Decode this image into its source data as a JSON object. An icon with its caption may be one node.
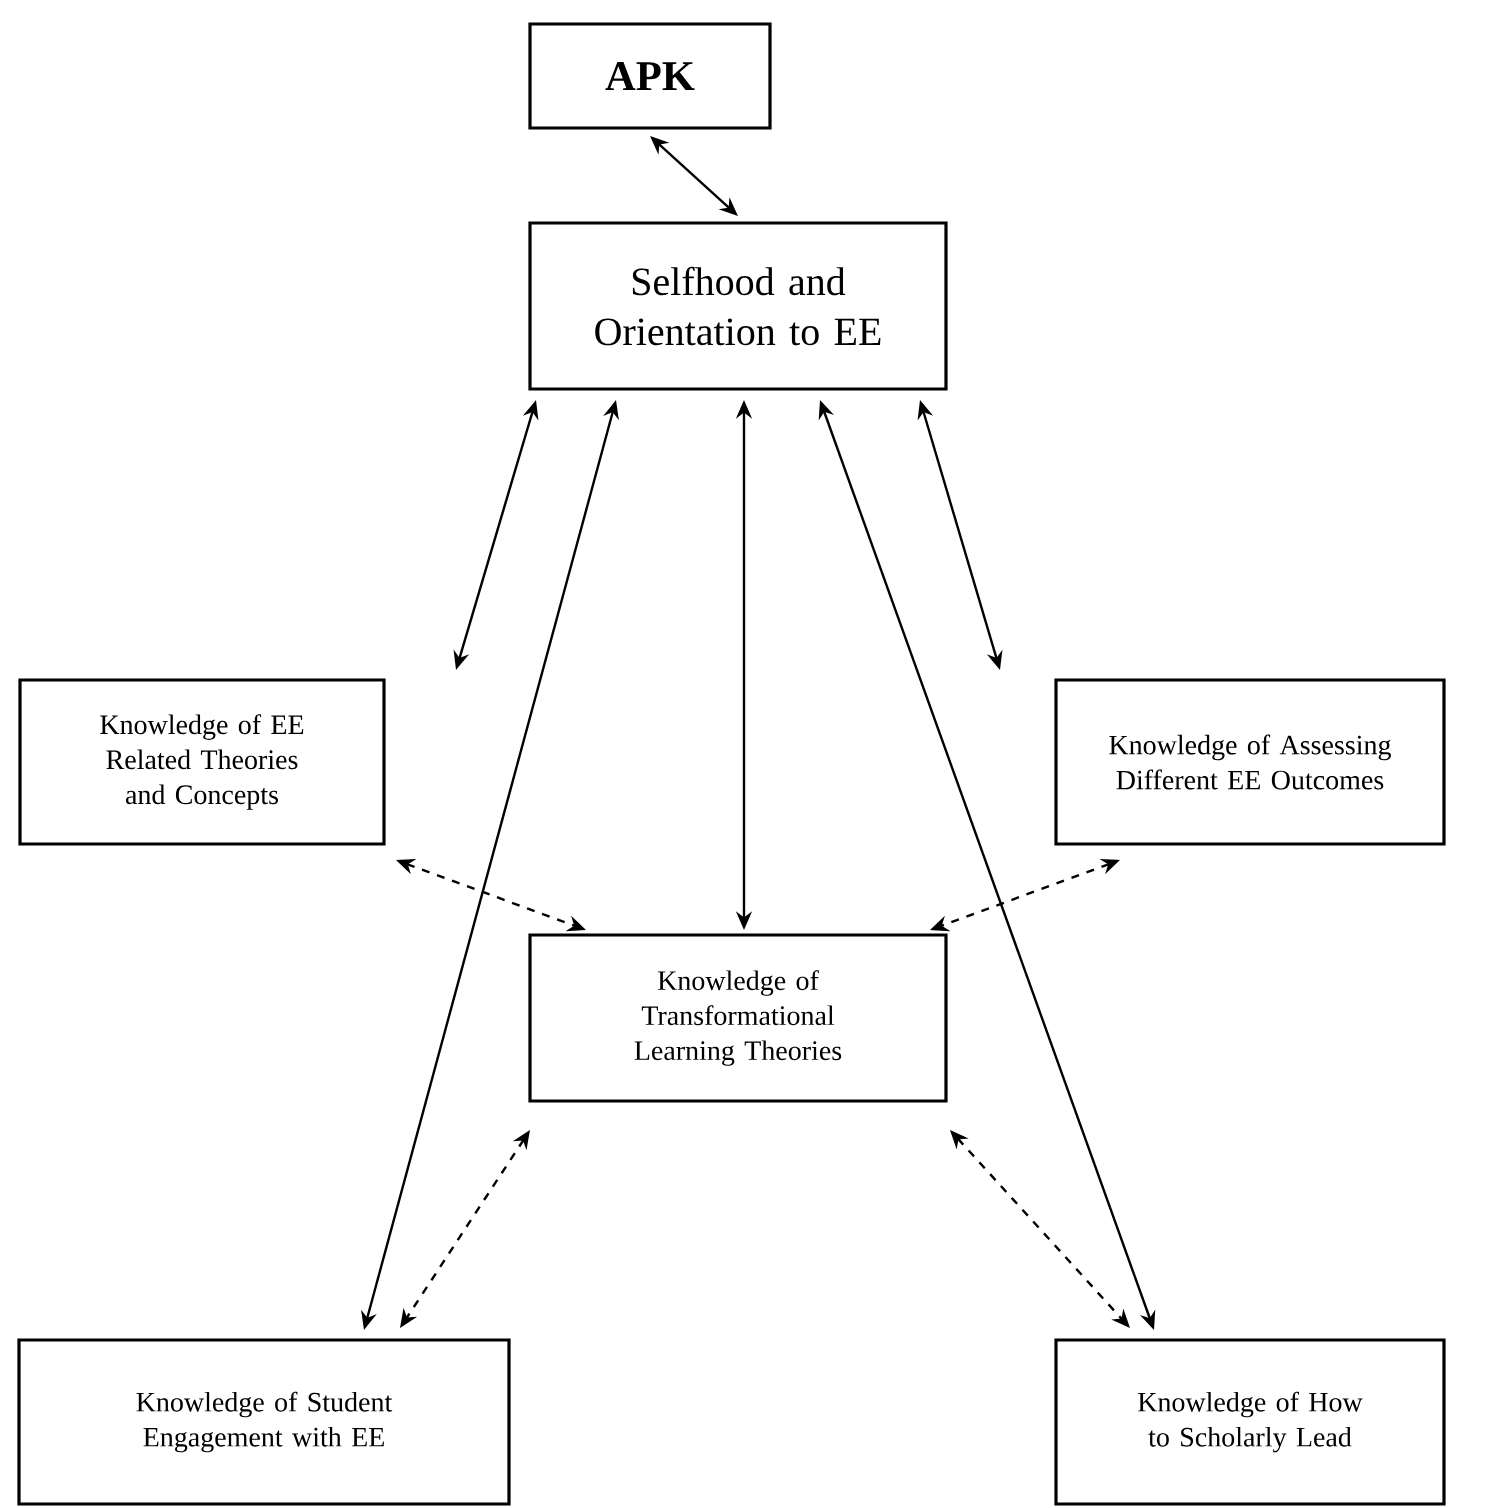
{
  "diagram": {
    "nodes": [
      {
        "text": [
          "APK"
        ]
      },
      {
        "text": [
          "Selfhood and Orientation to EE"
        ]
      },
      {
        "text": [
          "Knowledge of EE Related Theories and Concepts"
        ]
      },
      {
        "text": [
          "Knowledge of Assessing Different EE Outcomes"
        ]
      },
      {
        "text": [
          "Knowledge of Transformational Learning Theories"
        ]
      },
      {
        "text": [
          "Knowledge of Student Engagement with EE"
        ]
      },
      {
        "text": [
          "Knowledge of How to Scholarly Lead"
        ]
      }
    ],
    "edges": [
      {
        "from": 0,
        "to": 1,
        "arrow": "both"
      },
      {
        "from": 1,
        "to": 2,
        "arrow": "both"
      },
      {
        "from": 1,
        "to": 5,
        "arrow": "both"
      },
      {
        "from": 1,
        "to": 4,
        "arrow": "both"
      },
      {
        "from": 1,
        "to": 6,
        "arrow": "both"
      },
      {
        "from": 1,
        "to": 3,
        "arrow": "both"
      },
      {
        "from": 2,
        "to": 4,
        "arrow": "both",
        "style": "dashed"
      },
      {
        "from": 3,
        "to": 4,
        "arrow": "both",
        "style": "dashed"
      },
      {
        "from": 4,
        "to": 5,
        "arrow": "both",
        "style": "dashed"
      },
      {
        "from": 4,
        "to": 6,
        "arrow": "both",
        "style": "dashed"
      }
    ]
  }
}
